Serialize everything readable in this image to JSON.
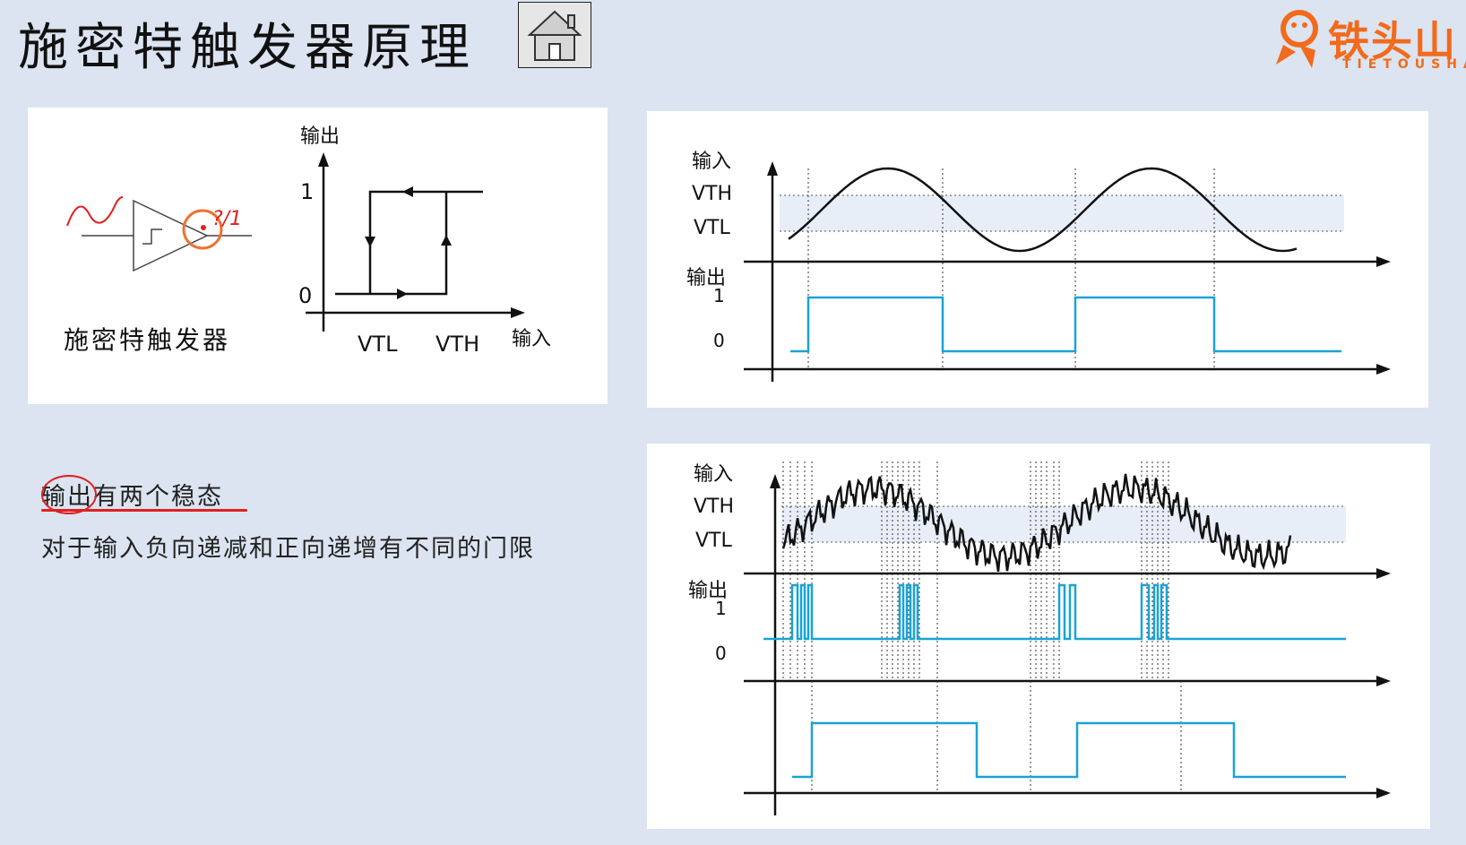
{
  "page": {
    "title": "施密特触发器原理",
    "home_icon": "home-icon"
  },
  "logo": {
    "text": "铁头山",
    "sub": "TIETOUSHA",
    "color": "#f26a1b"
  },
  "hysteresis_panel": {
    "ylabel": "输出",
    "xlabel": "输入",
    "y_ticks": [
      "1",
      "0"
    ],
    "x_ticks": [
      "VTL",
      "VTH"
    ],
    "caption": "施密特触发器",
    "annotation": "?/1"
  },
  "clean_signal_panel": {
    "input_label": "输入",
    "vth_label": "VTH",
    "vtl_label": "VTL",
    "output_label": "输出",
    "level_one": "1",
    "level_zero": "0"
  },
  "noisy_signal_panel": {
    "input_label": "输入",
    "vth_label": "VTH",
    "vtl_label": "VTL",
    "output_label": "输出",
    "level_one": "1",
    "level_zero": "0"
  },
  "description": {
    "line1_highlight": "输出",
    "line1_rest": "有两个稳态",
    "line2": "对于输入负向递减和正向递增有不同的门限"
  },
  "colors": {
    "background": "#dbe4f0",
    "waveform": "#1aa3d4",
    "band": "#e8eef8",
    "annotation": "#e02020",
    "circle": "#f07030"
  }
}
